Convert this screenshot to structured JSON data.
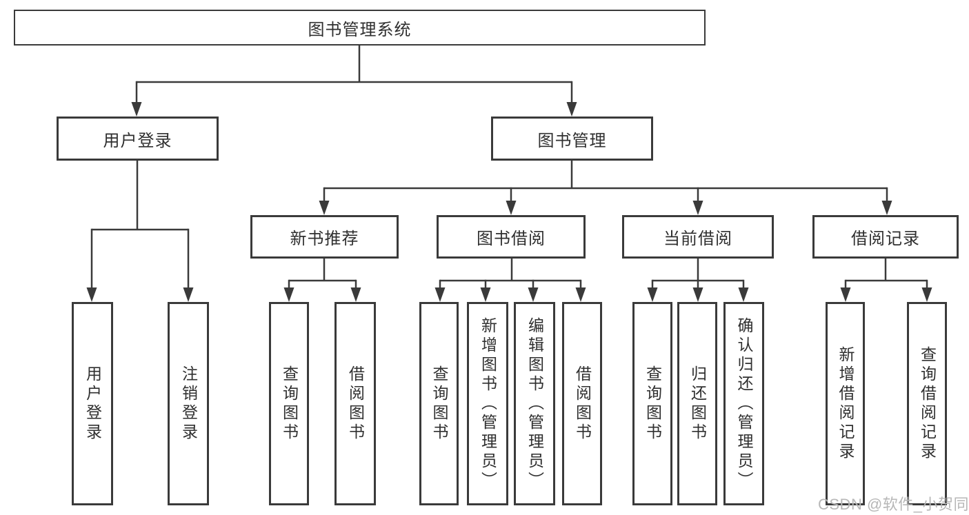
{
  "diagram": {
    "root": {
      "label": "图书管理系统"
    },
    "level2": [
      {
        "label": "用户登录"
      },
      {
        "label": "图书管理"
      }
    ],
    "level3": [
      {
        "label": "新书推荐"
      },
      {
        "label": "图书借阅"
      },
      {
        "label": "当前借阅"
      },
      {
        "label": "借阅记录"
      }
    ],
    "leaves": {
      "user_login": [
        "用户登录",
        "注销登录"
      ],
      "new_book_recommend": [
        "查询图书",
        "借阅图书"
      ],
      "book_borrow": [
        "查询图书",
        "新增图书（管理员）",
        "编辑图书（管理员）",
        "借阅图书"
      ],
      "current_borrow": [
        "查询图书",
        "归还图书",
        "确认归还（管理员）"
      ],
      "borrow_records": [
        "新增借阅记录",
        "查询借阅记录"
      ]
    }
  },
  "watermark": "CSDN @软件_小贺同学",
  "colors": {
    "line": "#3a3a3a",
    "text": "#2f2f2f",
    "watermark": "#b7b7b7",
    "background": "#ffffff"
  }
}
